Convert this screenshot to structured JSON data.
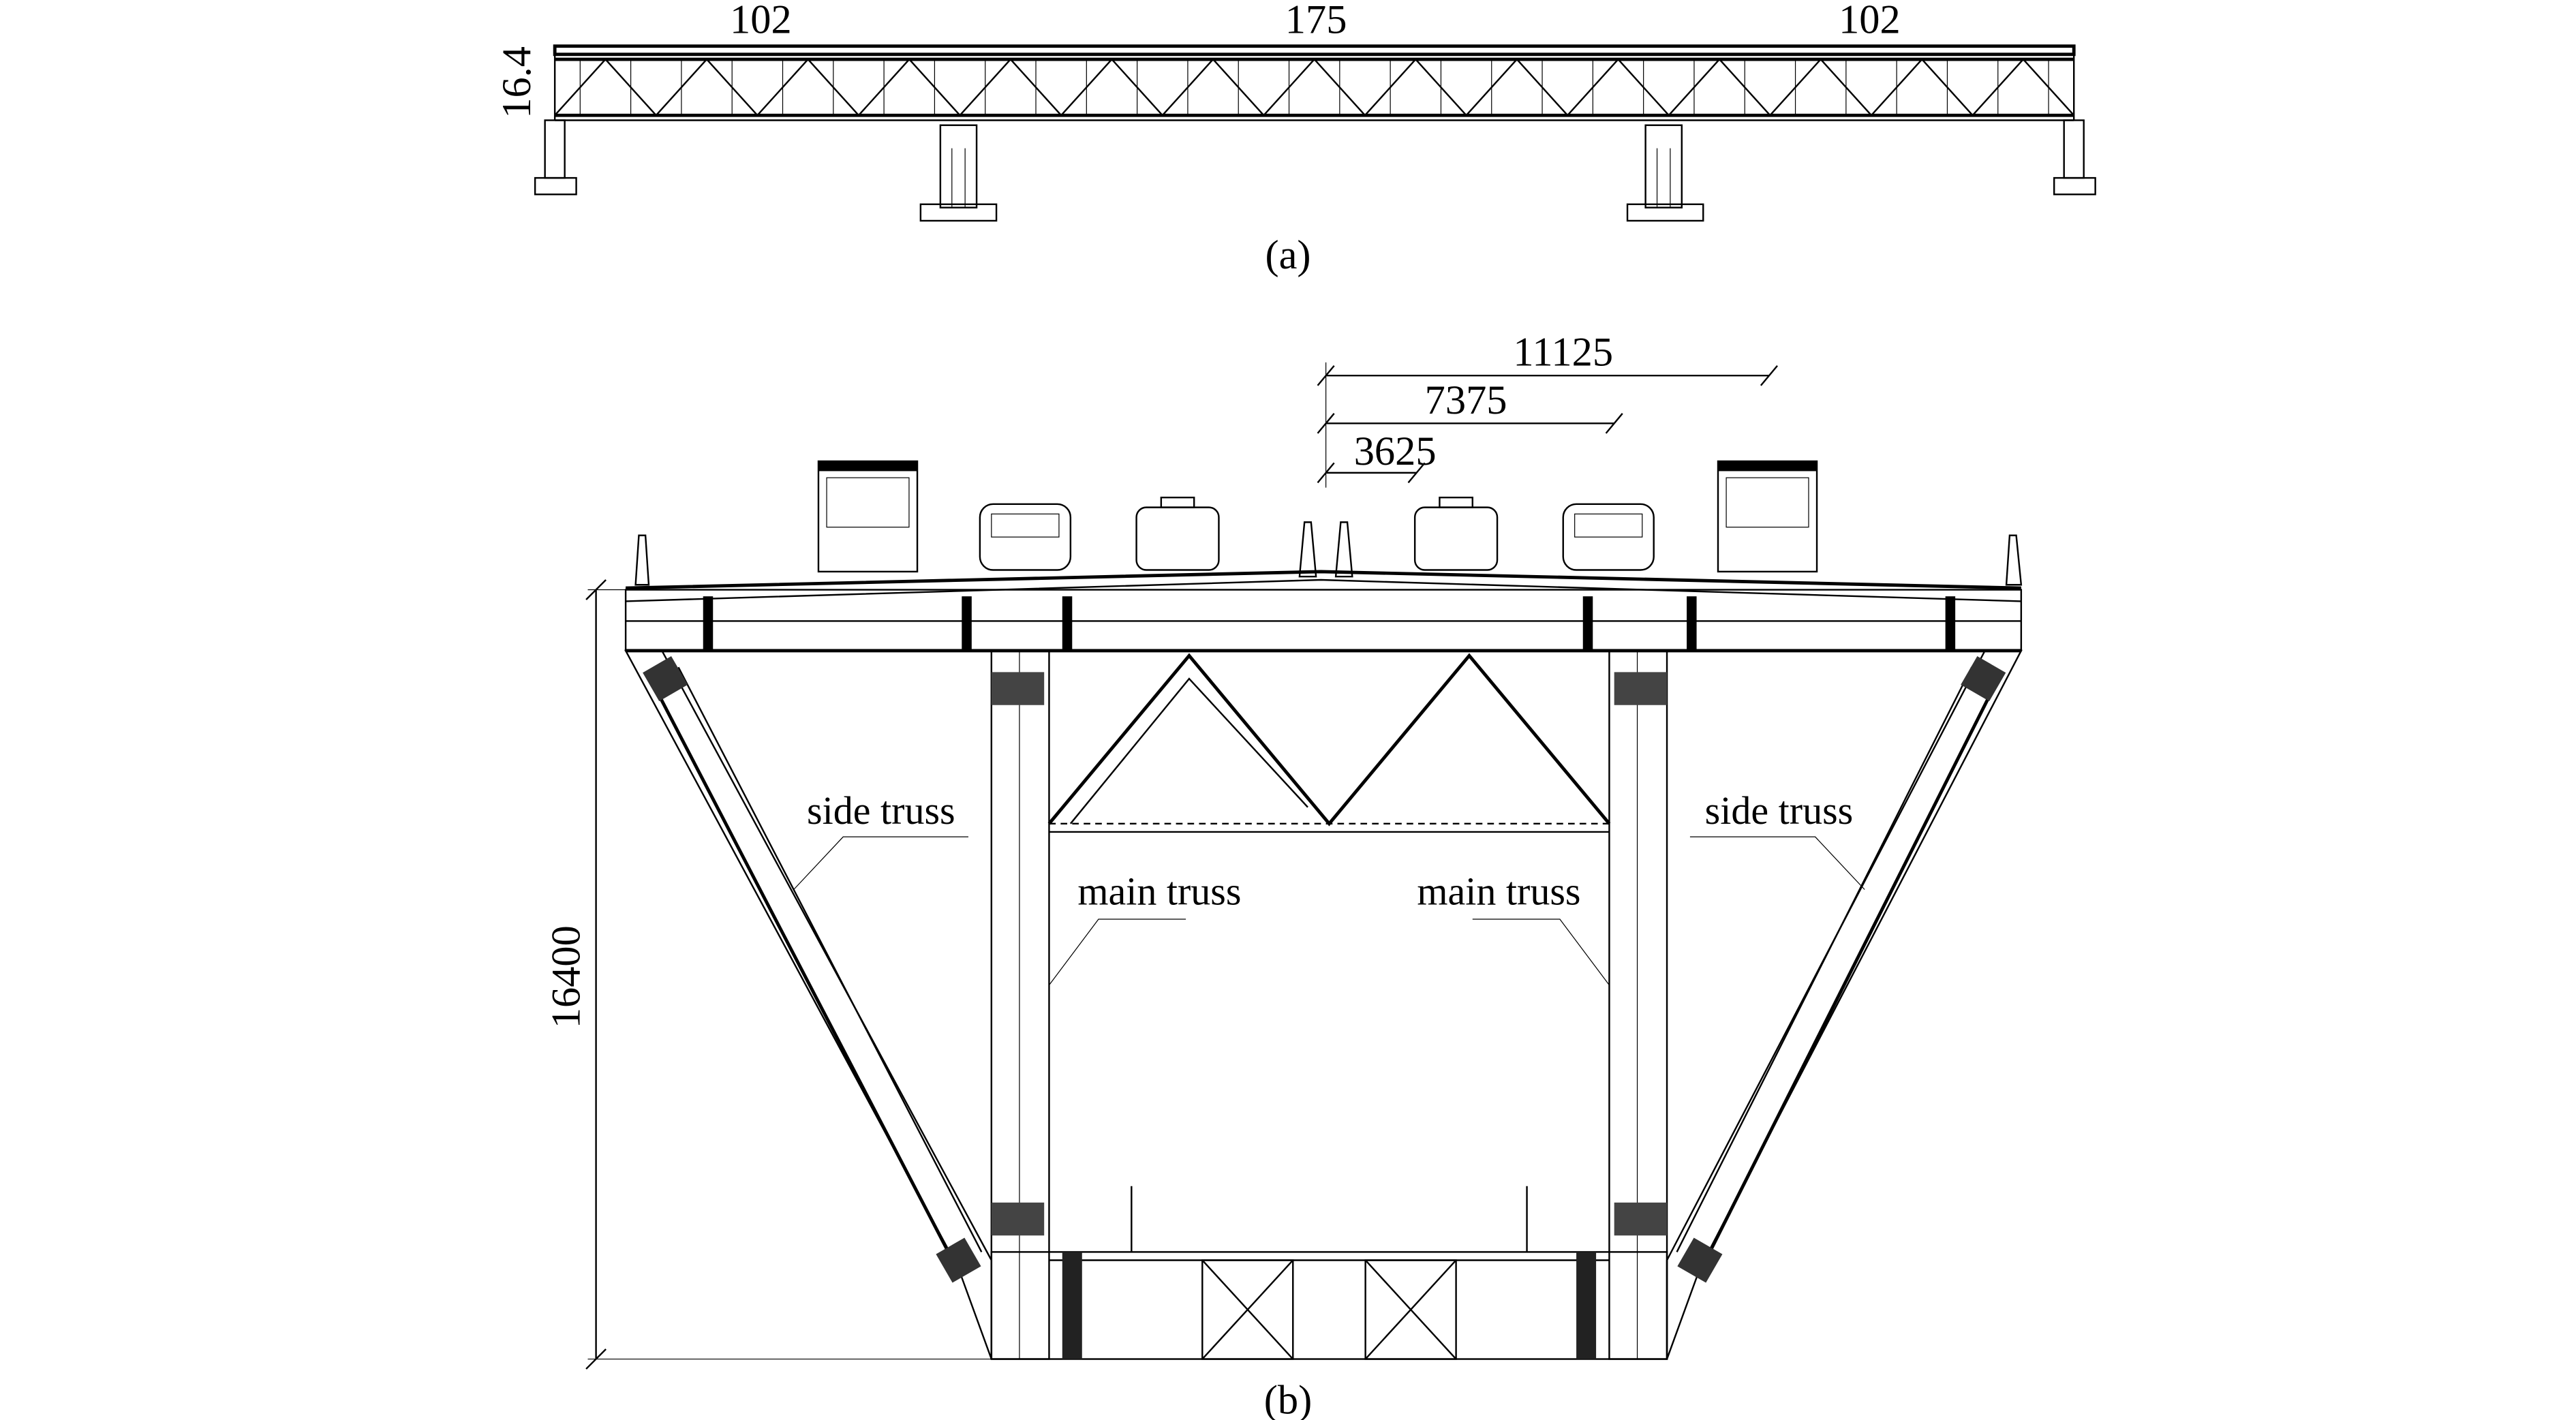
{
  "elevation": {
    "span_labels": [
      "102",
      "175",
      "102"
    ],
    "height_label": "16.4",
    "caption": "(a)"
  },
  "section": {
    "height_dim": "16400",
    "lane_dims": [
      "11125",
      "7375",
      "3625"
    ],
    "labels": {
      "side_left": "side truss",
      "side_right": "side truss",
      "main_left": "main truss",
      "main_right": "main truss"
    },
    "caption": "(b)"
  }
}
